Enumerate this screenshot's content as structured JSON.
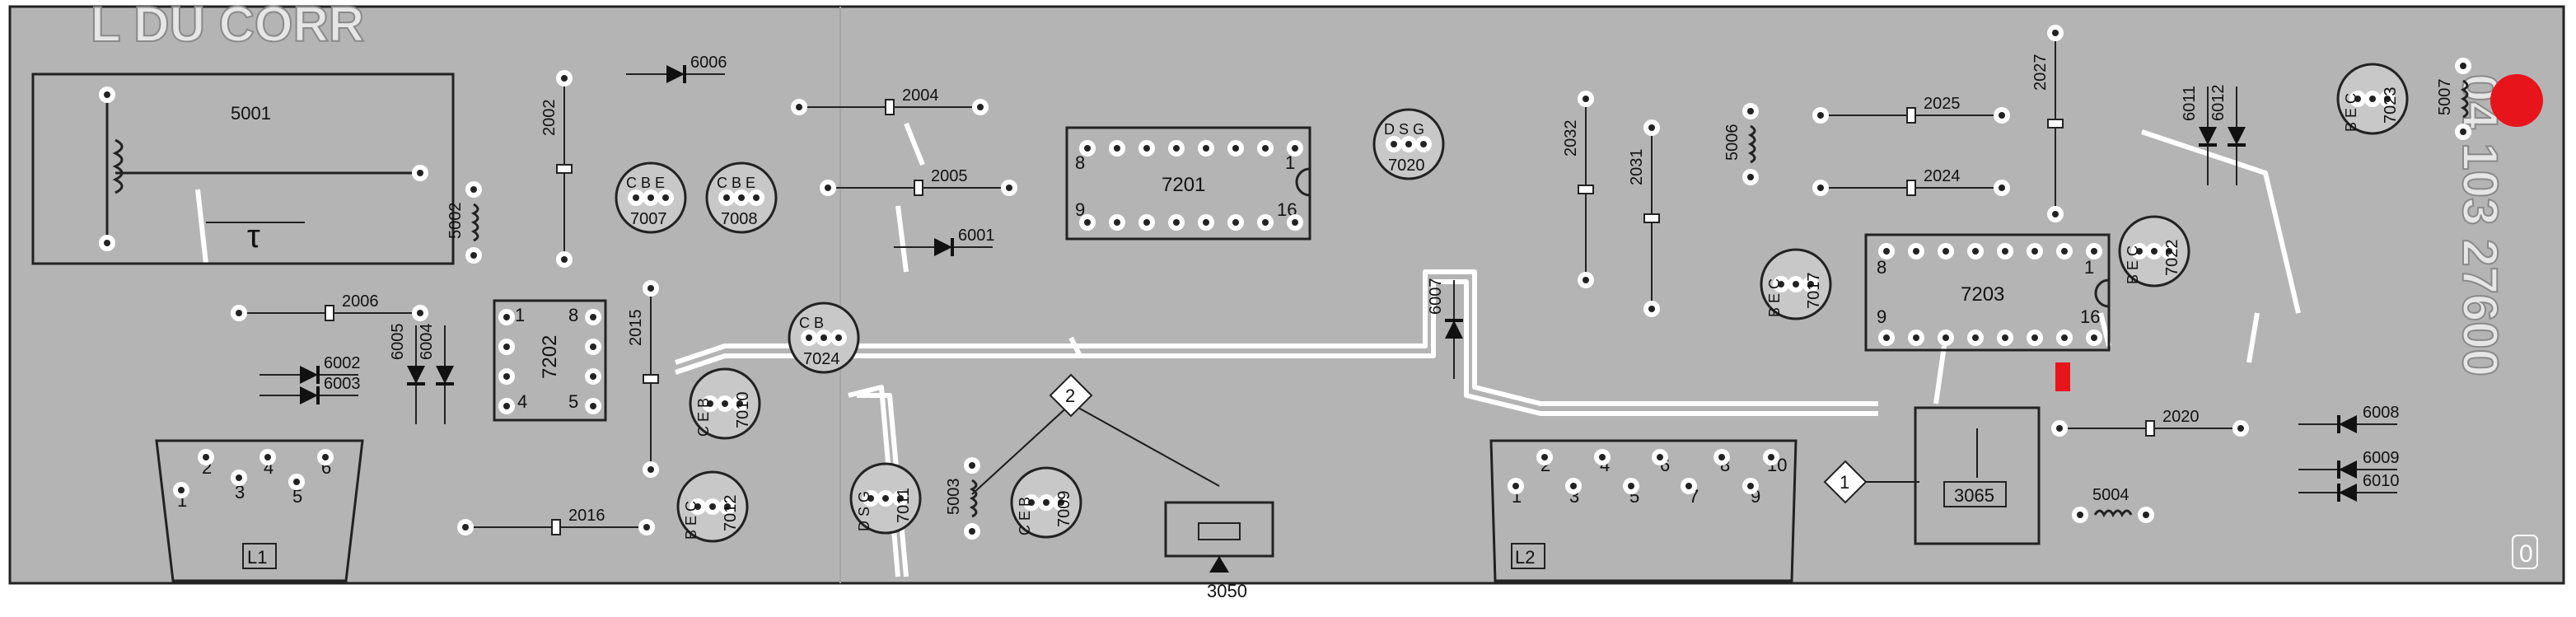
{
  "board": {
    "header_text": "L DU CORR",
    "side_text": "04 103 27600",
    "corner_mark": "0",
    "colors": {
      "board": "#b4b4b4",
      "trace": "#ffffff",
      "line": "#1a1a1a",
      "marker_red": "#e8141c"
    }
  },
  "transformer": {
    "ref": "5001",
    "symbol": "τ"
  },
  "connectors": [
    {
      "ref": "L1",
      "pins": [
        "1",
        "2",
        "3",
        "4",
        "5",
        "6"
      ]
    },
    {
      "ref": "L2",
      "pins": [
        "1",
        "2",
        "3",
        "4",
        "5",
        "6",
        "7",
        "8",
        "9",
        "10"
      ]
    }
  ],
  "ics": [
    {
      "ref": "7201",
      "pin_a": "8",
      "pin_b": "1",
      "pin_c": "9",
      "pin_d": "16"
    },
    {
      "ref": "7203",
      "pin_a": "8",
      "pin_b": "1",
      "pin_c": "9",
      "pin_d": "16"
    },
    {
      "ref": "7202",
      "pin_a": "1",
      "pin_b": "8",
      "pin_c": "4",
      "pin_d": "5"
    }
  ],
  "transistors": [
    {
      "ref": "7007",
      "pins": "C B E"
    },
    {
      "ref": "7008",
      "pins": "C B E"
    },
    {
      "ref": "7024",
      "pins": "C B"
    },
    {
      "ref": "7010",
      "pins": "C E B"
    },
    {
      "ref": "7012",
      "pins": "B E C"
    },
    {
      "ref": "7011",
      "pins": "D S G"
    },
    {
      "ref": "7009",
      "pins": "C E B"
    },
    {
      "ref": "7017",
      "pins": "B E C"
    },
    {
      "ref": "7022",
      "pins": "B E C"
    },
    {
      "ref": "7023",
      "pins": "B E C"
    },
    {
      "ref": "7020",
      "pins": "D S G"
    }
  ],
  "capacitors": [
    "2002",
    "2004",
    "2005",
    "2006",
    "2015",
    "2016",
    "2020",
    "2024",
    "2025",
    "2027",
    "2031",
    "2032"
  ],
  "diodes": [
    "6001",
    "6002",
    "6003",
    "6004",
    "6005",
    "6006",
    "6007",
    "6008",
    "6009",
    "6010",
    "6011",
    "6012"
  ],
  "coils": [
    "5002",
    "5003",
    "5004",
    "5006",
    "5007"
  ],
  "potentiometers": [
    "3050",
    "3065"
  ],
  "test_points": [
    "2",
    "1"
  ]
}
